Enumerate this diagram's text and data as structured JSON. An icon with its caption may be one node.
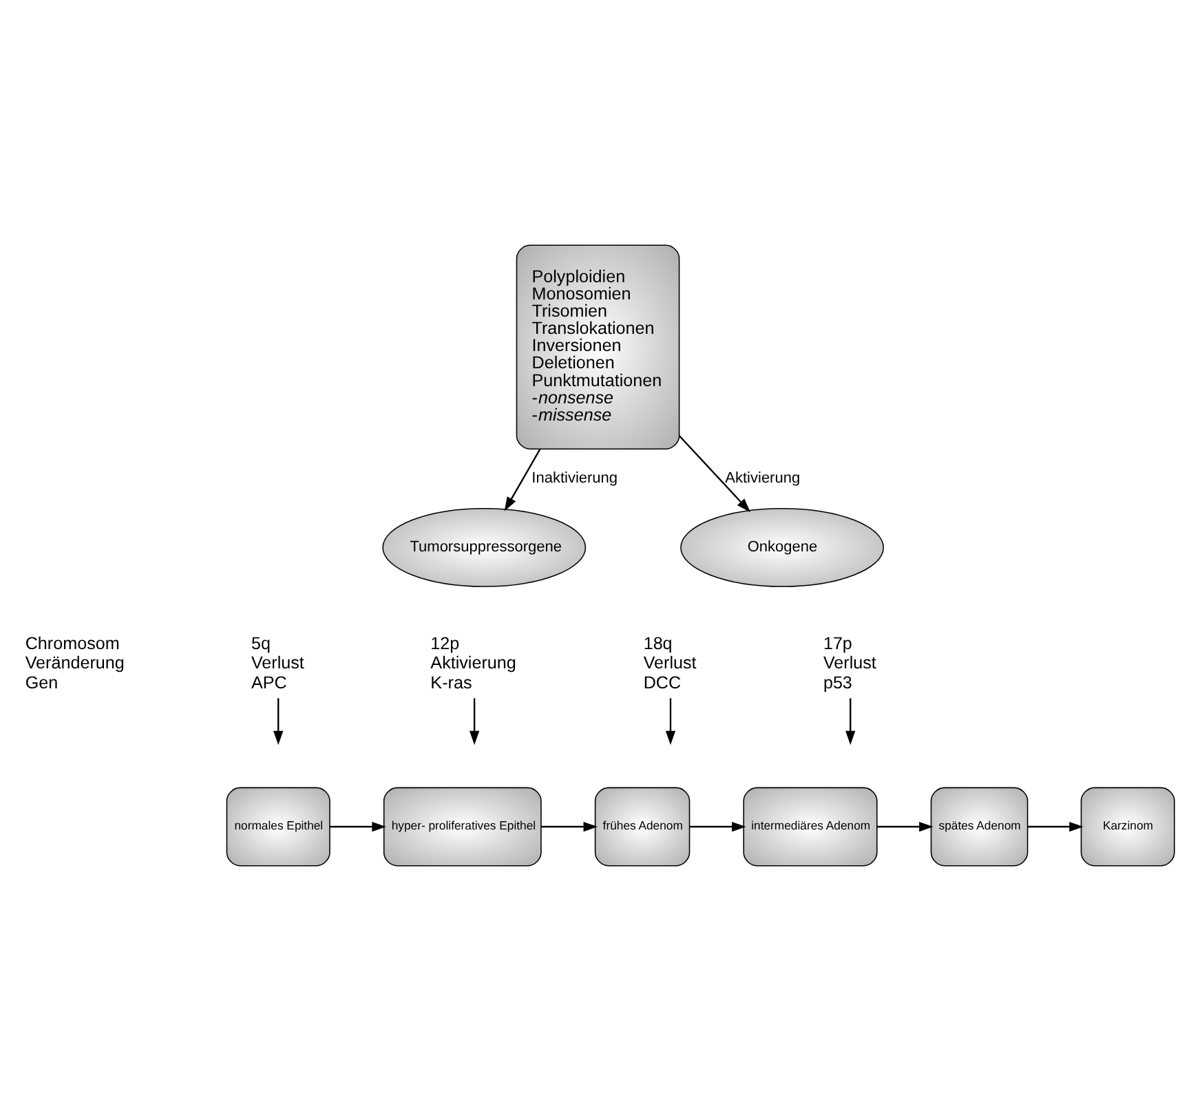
{
  "diagram": {
    "nodes": [
      {
        "text": [
          "Polyploidien",
          "Monosomien",
          "Trisomien",
          "Translokationen",
          "Inversionen",
          "Deletionen",
          "Punktmutationen",
          "-*nonsense*",
          "-*missense*"
        ]
      },
      {
        "text": [
          "Tumorsuppressorgene"
        ]
      },
      {
        "text": [
          "Onkogene"
        ]
      },
      {
        "text": [
          "5q",
          "Verlust",
          "APC"
        ]
      },
      {
        "text": [
          "12p",
          "Aktivierung",
          "K-ras"
        ]
      },
      {
        "text": [
          "18q",
          "Verlust",
          "DCC"
        ]
      },
      {
        "text": [
          "17p",
          "Verlust",
          "p53"
        ]
      },
      {
        "text": [
          "normales Epithel"
        ]
      },
      {
        "text": [
          "hyper- proliferatives Epithel"
        ]
      },
      {
        "text": [
          "frühes Adenom"
        ]
      },
      {
        "text": [
          "intermediäres Adenom"
        ]
      },
      {
        "text": [
          "spätes Adenom"
        ]
      },
      {
        "text": [
          "Karzinom"
        ]
      }
    ],
    "edges": [
      {
        "from": 0,
        "to": 1,
        "arrow": "to",
        "label": "Inaktivierung"
      },
      {
        "from": 0,
        "to": 2,
        "arrow": "to",
        "label": "Aktivierung"
      },
      {
        "from": 3,
        "to": null,
        "arrow": "to"
      },
      {
        "from": 4,
        "to": null,
        "arrow": "to"
      },
      {
        "from": 5,
        "to": null,
        "arrow": "to"
      },
      {
        "from": 6,
        "to": null,
        "arrow": "to"
      },
      {
        "from": 7,
        "to": 8,
        "arrow": "to"
      },
      {
        "from": 8,
        "to": 9,
        "arrow": "to"
      },
      {
        "from": 9,
        "to": 10,
        "arrow": "to"
      },
      {
        "from": 10,
        "to": 11,
        "arrow": "to"
      },
      {
        "from": 11,
        "to": 12,
        "arrow": "to"
      }
    ],
    "labels": [
      "Chromosom",
      "Veränderung",
      "Gen"
    ]
  }
}
